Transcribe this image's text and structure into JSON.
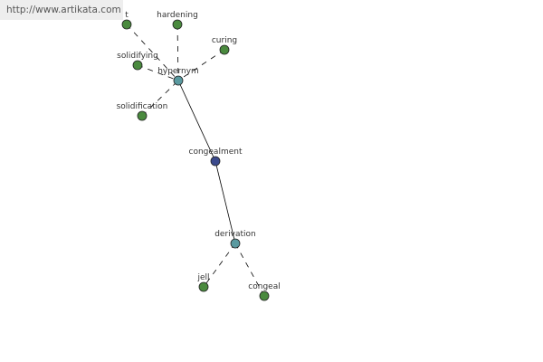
{
  "watermark": {
    "url": "http://www.artikata.com"
  },
  "colors": {
    "leaf": "#4a8a3e",
    "relation": "#5a9aa0",
    "center": "#3b4a8c",
    "edge": "#000000"
  },
  "graph": {
    "nodes": [
      {
        "id": "t",
        "label": "t",
        "kind": "leaf"
      },
      {
        "id": "hardening",
        "label": "hardening",
        "kind": "leaf"
      },
      {
        "id": "curing",
        "label": "curing",
        "kind": "leaf"
      },
      {
        "id": "solidifying",
        "label": "solidifying",
        "kind": "leaf"
      },
      {
        "id": "hypernym",
        "label": "hypernym",
        "kind": "relation"
      },
      {
        "id": "solidification",
        "label": "solidification",
        "kind": "leaf"
      },
      {
        "id": "congealment",
        "label": "congealment",
        "kind": "center"
      },
      {
        "id": "derivation",
        "label": "derivation",
        "kind": "relation"
      },
      {
        "id": "jell",
        "label": "jell",
        "kind": "leaf"
      },
      {
        "id": "congeal",
        "label": "congeal",
        "kind": "leaf"
      }
    ],
    "edges": [
      {
        "from": "t",
        "to": "hypernym",
        "style": "dashed"
      },
      {
        "from": "hardening",
        "to": "hypernym",
        "style": "dashed"
      },
      {
        "from": "curing",
        "to": "hypernym",
        "style": "dashed"
      },
      {
        "from": "solidifying",
        "to": "hypernym",
        "style": "dashed"
      },
      {
        "from": "solidification",
        "to": "hypernym",
        "style": "dashed"
      },
      {
        "from": "hypernym",
        "to": "congealment",
        "style": "solid"
      },
      {
        "from": "congealment",
        "to": "derivation",
        "style": "solid"
      },
      {
        "from": "derivation",
        "to": "jell",
        "style": "dashed"
      },
      {
        "from": "derivation",
        "to": "congeal",
        "style": "dashed"
      }
    ]
  }
}
